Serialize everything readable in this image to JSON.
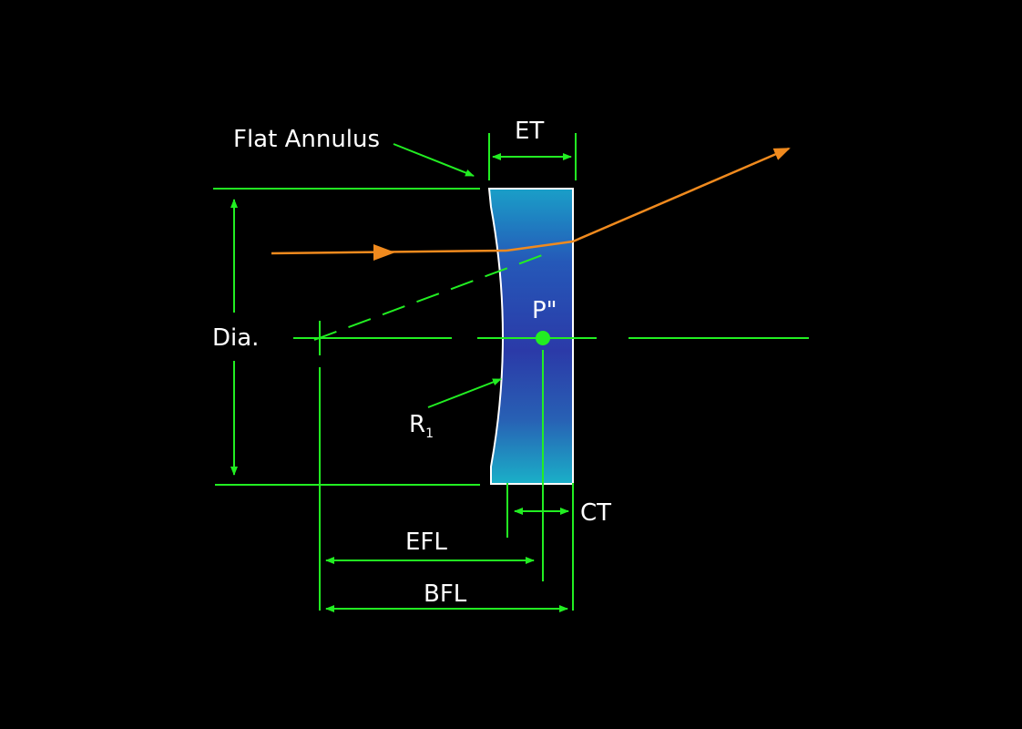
{
  "diagram": {
    "title": "Plano-concave lens diagram",
    "labels": {
      "flat_annulus": "Flat Annulus",
      "edge_thickness": "ET",
      "diameter": "Dia.",
      "principal_point": "P\"",
      "radius_main": "R",
      "radius_sub": "1",
      "center_thickness": "CT",
      "effective_focal_length": "EFL",
      "back_focal_length": "BFL"
    },
    "colors": {
      "background": "#000000",
      "dimension_lines": "#22ee22",
      "ray": "#f08a1e",
      "lens_dark": "#2a3fae",
      "lens_light": "#1aa7c8",
      "text": "#ffffff"
    }
  }
}
